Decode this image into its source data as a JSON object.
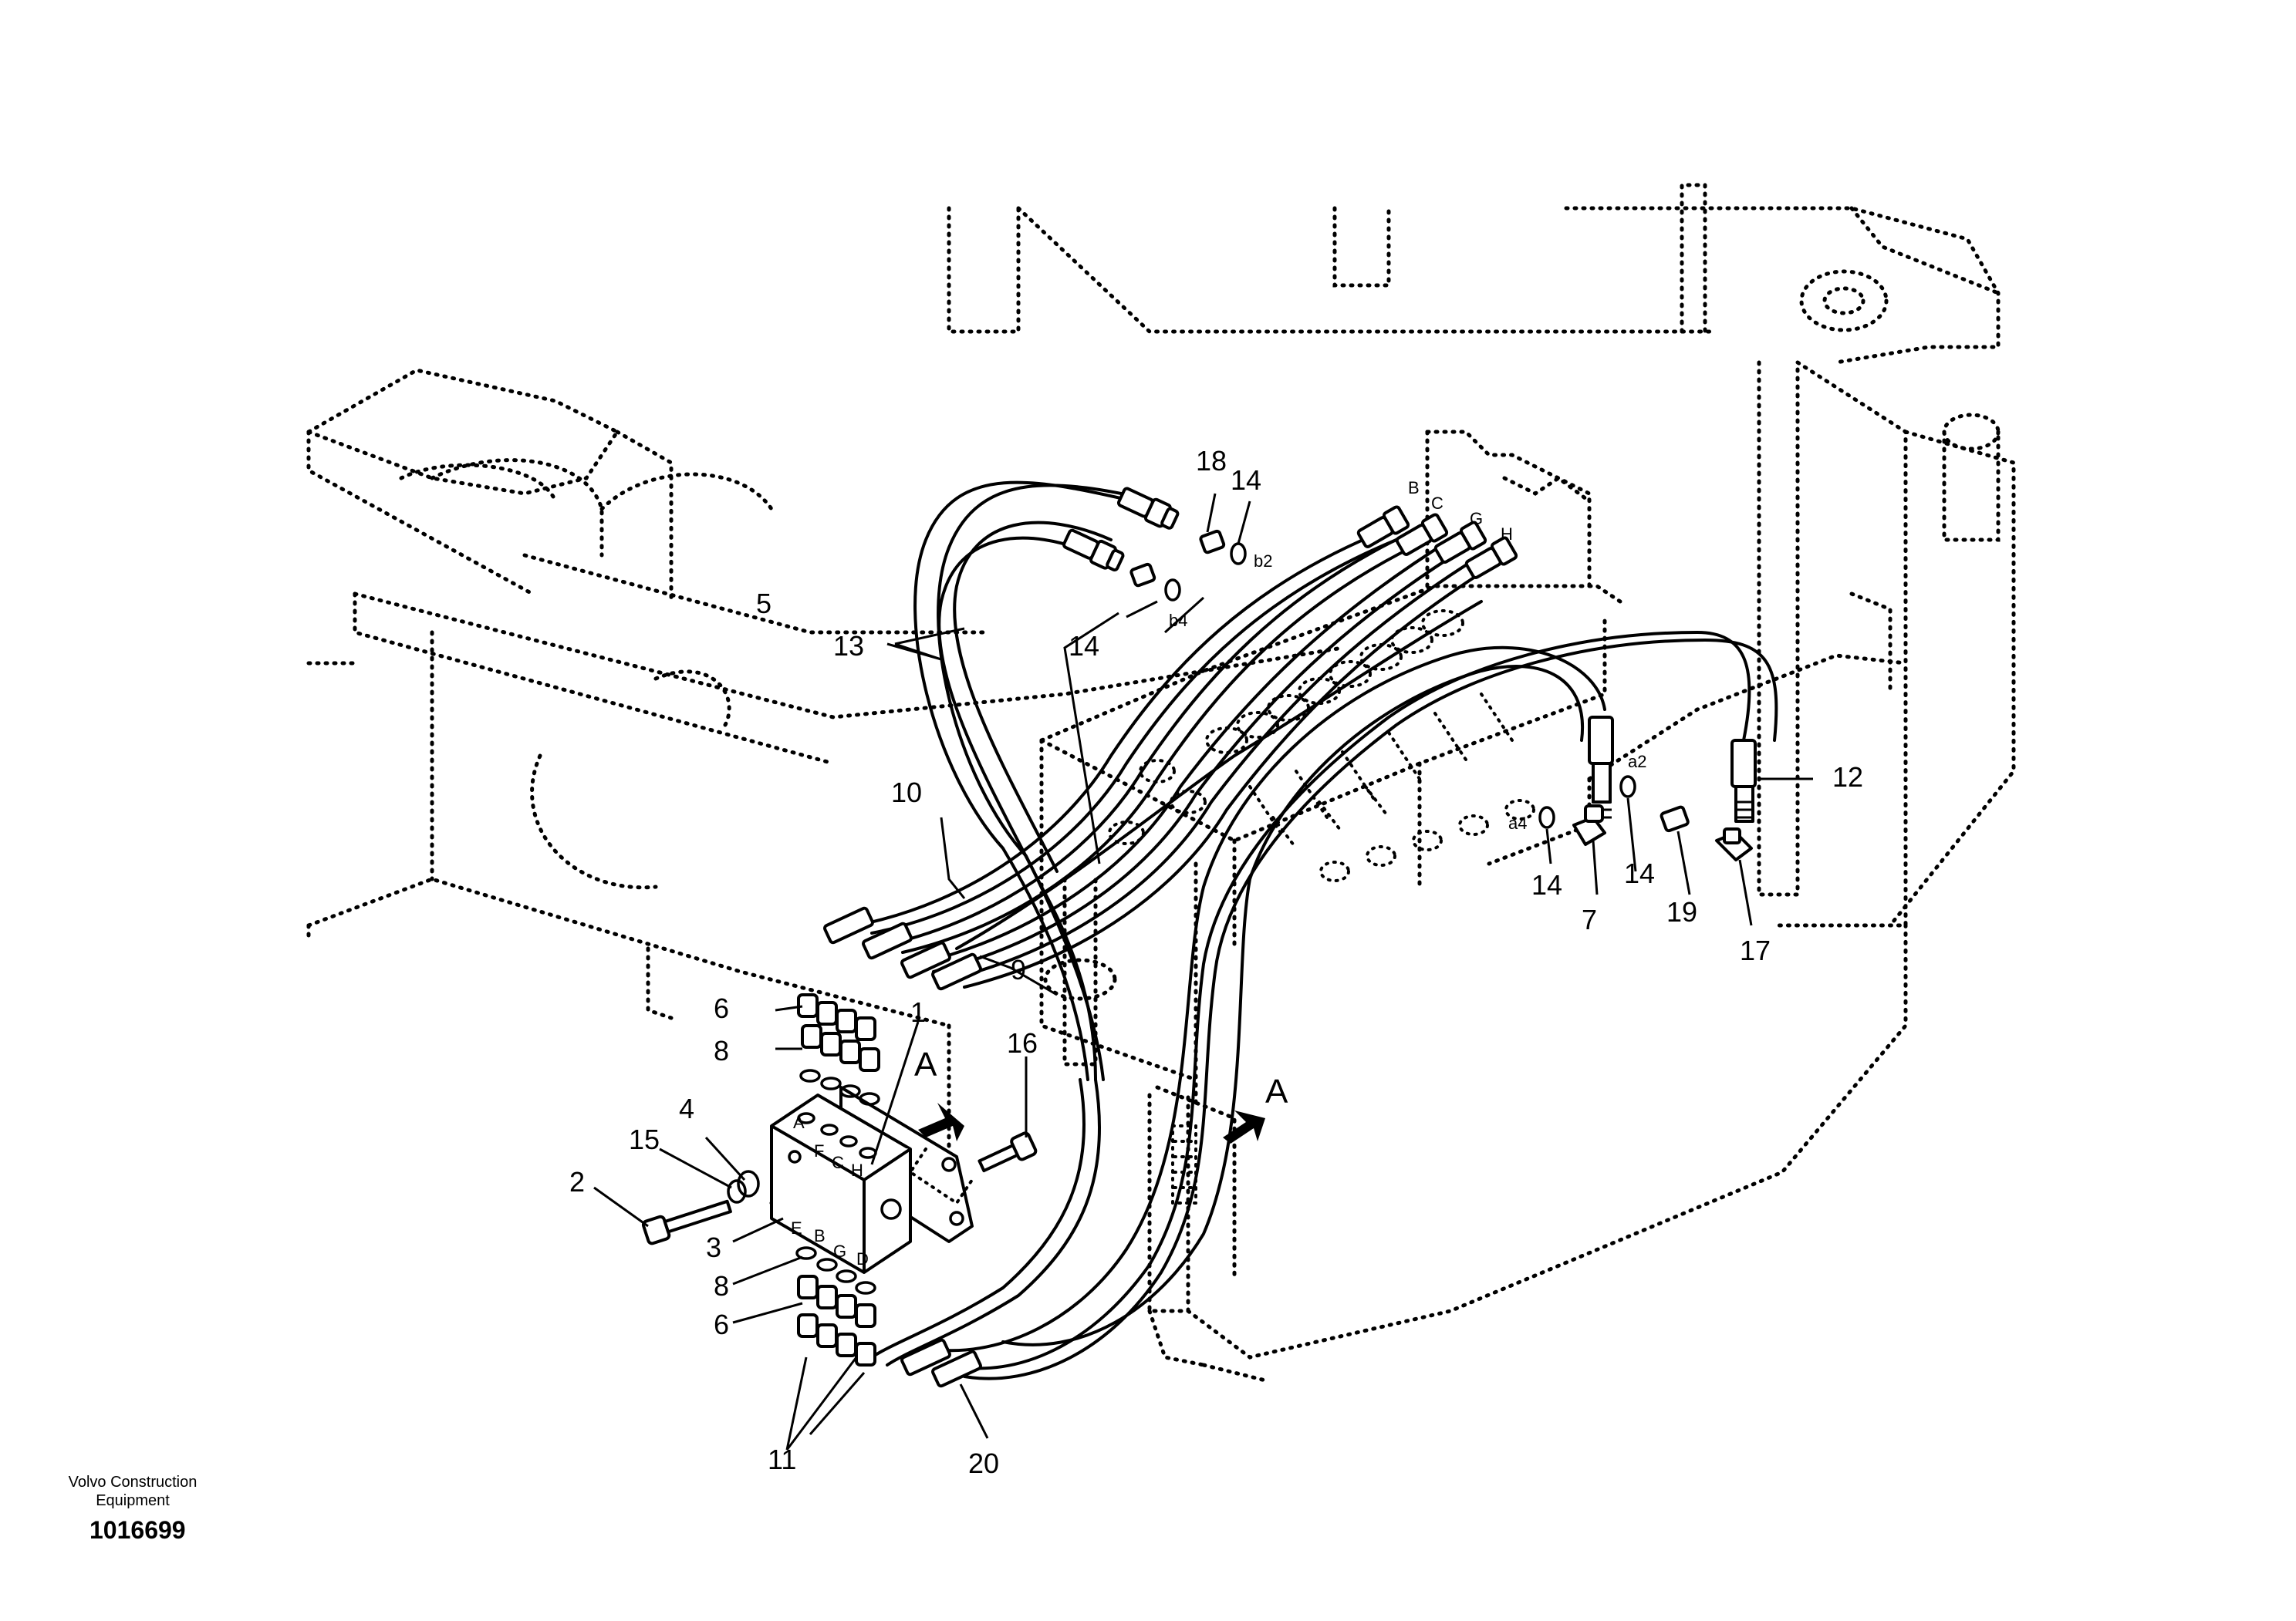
{
  "brand": {
    "line1": "Volvo Construction",
    "line2": "Equipment"
  },
  "document_number": "1016699",
  "view_marker": "A",
  "part_callouts": {
    "c1": "1",
    "c2": "2",
    "c3": "3",
    "c4": "4",
    "c5": "5",
    "c6a": "6",
    "c6b": "6",
    "c7": "7",
    "c8a": "8",
    "c8b": "8",
    "c9": "9",
    "c10": "10",
    "c11": "11",
    "c12": "12",
    "c13": "13",
    "c14a": "14",
    "c14b": "14",
    "c14c": "14",
    "c14d": "14",
    "c15": "15",
    "c16": "16",
    "c17": "17",
    "c18": "18",
    "c19": "19",
    "c20": "20"
  },
  "port_labels": {
    "A": "A",
    "B": "B",
    "C": "C",
    "D": "D",
    "E": "E",
    "F": "F",
    "G": "G",
    "H": "H",
    "b2": "b2",
    "b4": "b4",
    "a2": "a2",
    "a4": "a4"
  }
}
